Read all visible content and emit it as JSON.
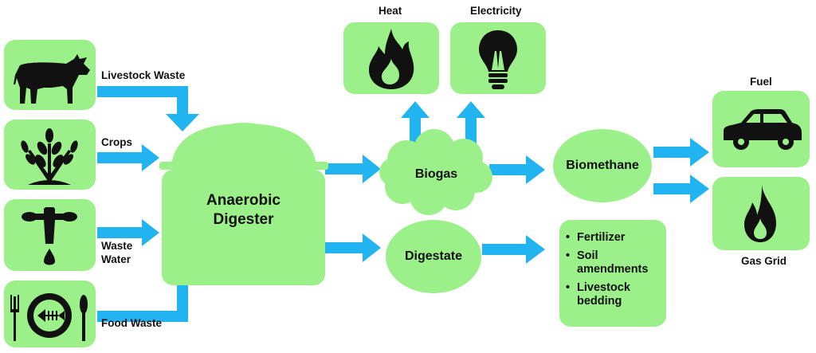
{
  "inputs": {
    "livestock_waste": "Livestock Waste",
    "crops": "Crops",
    "waste_water": "Waste\nWater",
    "food_waste": "Food Waste"
  },
  "digester": {
    "label": "Anaerobic\nDigester"
  },
  "outputs": {
    "heat": "Heat",
    "electricity": "Electricity",
    "biogas": "Biogas",
    "digestate": "Digestate",
    "biomethane": "Biomethane",
    "fuel": "Fuel",
    "gas_grid": "Gas Grid"
  },
  "digestate_uses": [
    "Fertilizer",
    "Soil\namendments",
    "Livestock\nbedding"
  ],
  "colors": {
    "box_green": "#9cf08a",
    "arrow_blue": "#22b4f0",
    "icon_black": "#111111"
  },
  "icons": [
    "cow-icon",
    "wheat-icon",
    "faucet-icon",
    "plate-fish-icon",
    "flame-icon",
    "light-bulb-icon",
    "car-icon",
    "gas-flame-icon"
  ]
}
